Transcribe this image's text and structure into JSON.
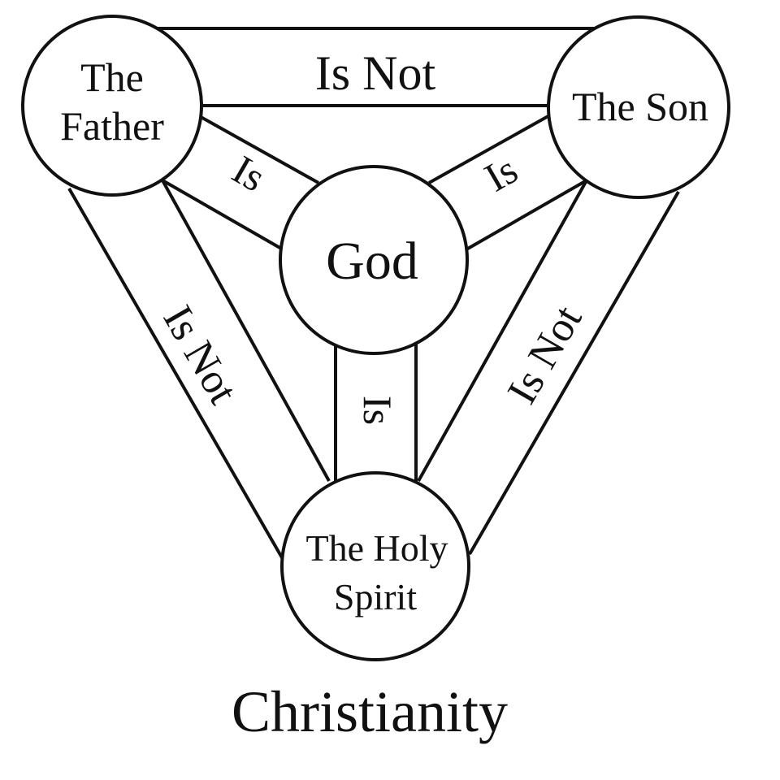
{
  "nodes": {
    "father": [
      "The",
      "Father"
    ],
    "son": "The Son",
    "god": "God",
    "spirit": [
      "The Holy",
      "Spirit"
    ]
  },
  "relations": {
    "father_son": "Is Not",
    "father_god": "Is",
    "son_god": "Is",
    "spirit_god": "Is",
    "father_spirit": "Is Not",
    "son_spirit": "Is Not"
  },
  "caption": "Christianity"
}
